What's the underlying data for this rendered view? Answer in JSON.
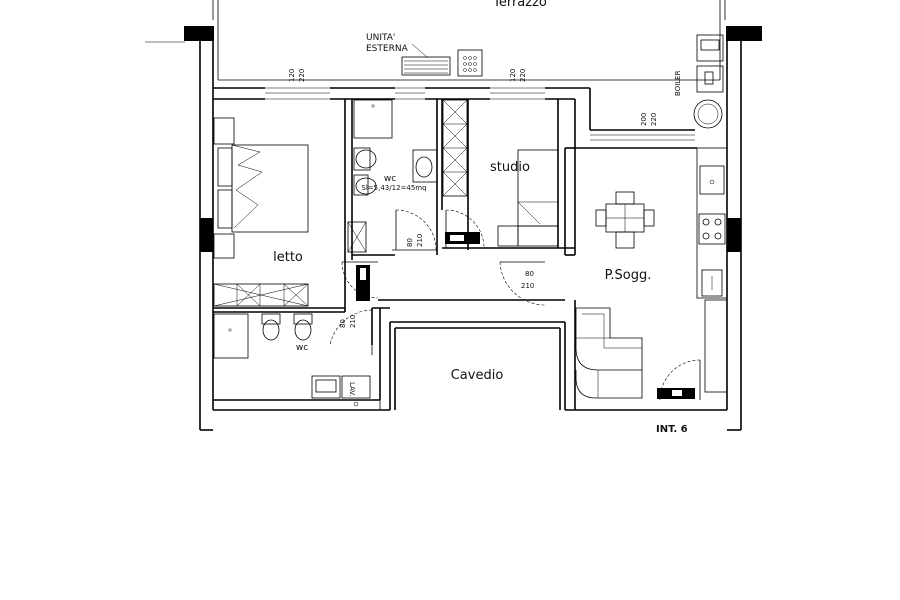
{
  "plan": {
    "rooms": {
      "terrace": "Terrazzo",
      "bedroom": "letto",
      "wc_top": "wc",
      "wc_bottom": "wc",
      "study": "studio",
      "living": "P.Sogg.",
      "shaft": "Cavedio"
    },
    "labels": {
      "outdoor_unit_line1": "UNITA'",
      "outdoor_unit_line2": "ESTERNA",
      "boiler": "BOILER",
      "apartment": "INT. 6",
      "wc_note": "Sl=5,43/12=45mq",
      "washbasin": "LAV."
    },
    "dimensions": {
      "win1_w": "120",
      "win1_h": "220",
      "win2_w": "120",
      "win2_h": "220",
      "win3_w": "200",
      "win3_h": "220",
      "door_wc_w": "80",
      "door_wc_h": "210",
      "door_studio_w": "80",
      "door_studio_h": "210",
      "door_living_w": "80",
      "door_living_h": "210",
      "door_bath_w": "80",
      "door_bath_h": "210"
    }
  }
}
